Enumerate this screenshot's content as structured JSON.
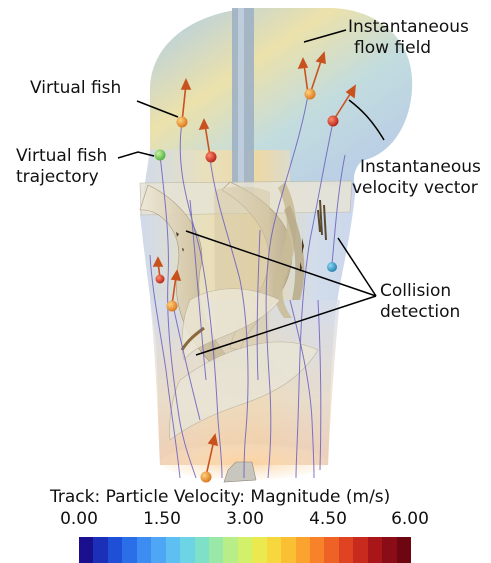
{
  "labels": {
    "flow_field": [
      "Instantaneous",
      "flow field"
    ],
    "virtual_fish": [
      "Virtual fish"
    ],
    "fish_trajectory": [
      "Virtual fish",
      "trajectory"
    ],
    "velocity_vector": [
      "Instantaneous",
      "velocity vector"
    ],
    "collision": [
      "Collision",
      "detection"
    ]
  },
  "colorbar": {
    "title": "Track: Particle Velocity: Magnitude (m/s)",
    "ticks": [
      "0.00",
      "1.50",
      "3.00",
      "4.50",
      "6.00"
    ],
    "min": 0,
    "max": 6,
    "colors": [
      "#1a0f8c",
      "#1b2fb8",
      "#1f4fd6",
      "#2a6fe8",
      "#3d8cf2",
      "#4fa6f5",
      "#5ec0f2",
      "#6cd4e4",
      "#7fe0c8",
      "#9ae8a8",
      "#b8ee88",
      "#d3f06a",
      "#eaea50",
      "#f6d83e",
      "#fbbf34",
      "#fca22e",
      "#f8822a",
      "#ef6226",
      "#df4322",
      "#c82a1e",
      "#a9161a",
      "#8a0c16",
      "#6e0612"
    ]
  }
}
